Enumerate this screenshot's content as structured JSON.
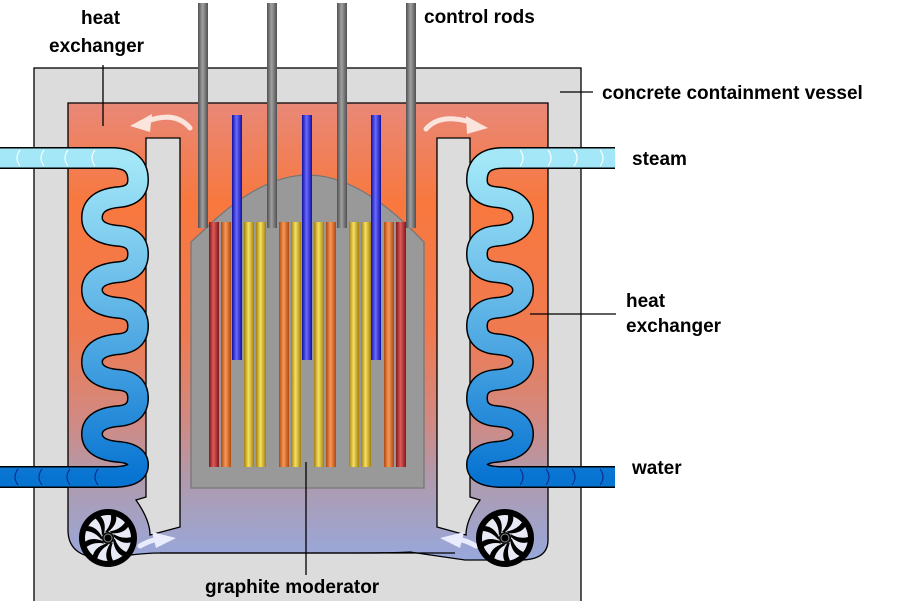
{
  "diagram": {
    "subject": "gas-cooled graphite-moderated nuclear reactor",
    "labels": {
      "heat_exchanger_left_line1": "heat",
      "heat_exchanger_left_line2": "exchanger",
      "control_rods": "control rods",
      "containment": "concrete containment vessel",
      "steam": "steam",
      "heat_exchanger_right_line1": "heat",
      "heat_exchanger_right_line2": "exchanger",
      "water": "water",
      "moderator": "graphite moderator"
    },
    "components": {
      "control_rod_count": 4,
      "absorber_rod_count": 3,
      "fuel_rod_sequence": [
        "red",
        "orange",
        "yellow",
        "yellow",
        "orange",
        "yellow",
        "yellow",
        "orange",
        "yellow",
        "yellow",
        "orange",
        "red"
      ],
      "heat_exchanger_count": 2,
      "circulator_fan_count": 2
    },
    "colors": {
      "containment": "#dcdcdc",
      "hot_gas_top": "#e88878",
      "hot_gas_mid": "#f8783e",
      "cool_gas_bottom": "#98a8d8",
      "graphite": "#999999",
      "control_rod": "#6e6e6e",
      "absorber_rod": "#3030c8",
      "fuel_red": "#b02828",
      "fuel_orange": "#e07030",
      "fuel_yellow": "#e0c040",
      "steam_pipe": "#a0e4f4",
      "water_pipe": "#0a78d4"
    }
  }
}
